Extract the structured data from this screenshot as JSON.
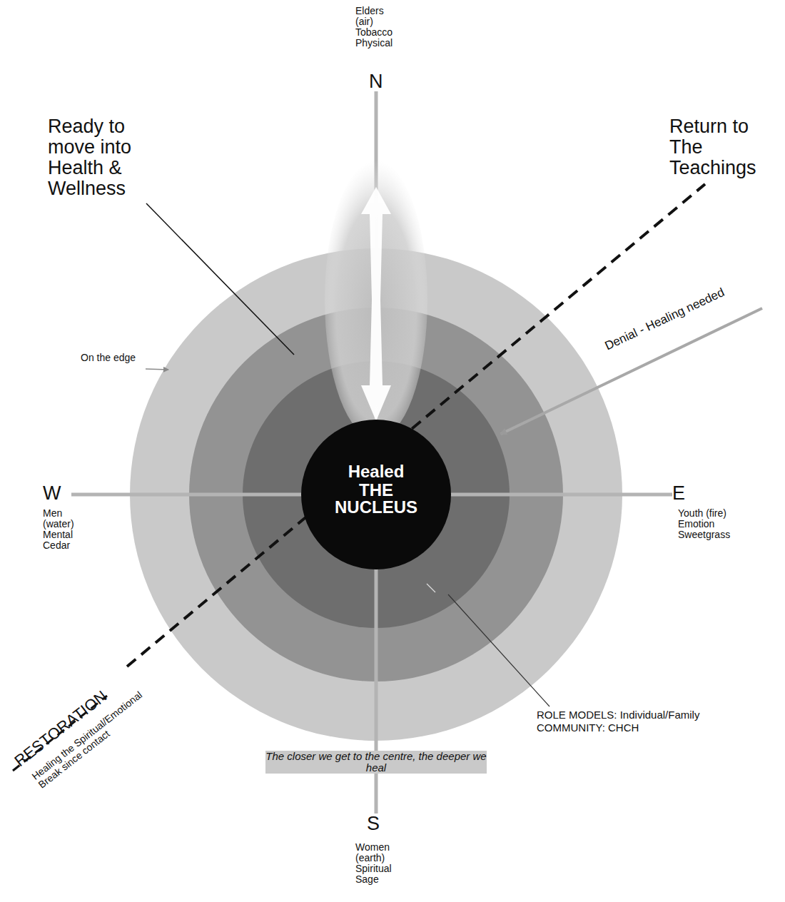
{
  "diagram": {
    "nodes": [
      {
        "text": [
          "Healed",
          "THE NUCLEUS"
        ]
      }
    ],
    "labels": [
      "Elders (air) Tobacco Physical",
      "N",
      "Ready to move into Health & Wellness",
      "Return to The Teachings",
      "On the edge",
      "Denial - Healing needed",
      "W",
      "Men (water) Mental Cedar",
      "E",
      "Youth (fire) Emotion Sweetgrass",
      "RESTORATION",
      "Healing the Spiritual/Emotional Break since contact",
      "ROLE MODELS: Individual/Family",
      "COMMUNITY: CHCH",
      "The closer we get to the centre, the deeper we heal",
      "S",
      "Women (earth) Spiritual Sage"
    ]
  }
}
